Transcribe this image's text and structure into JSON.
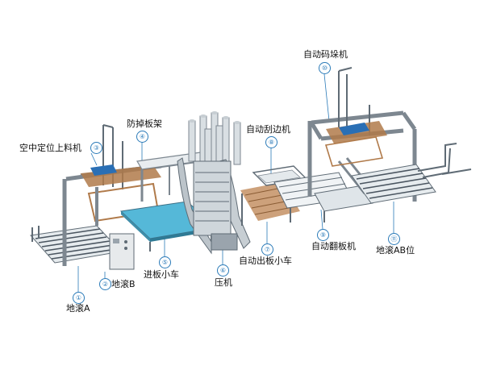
{
  "diagram": {
    "colors": {
      "frame": "#7d8790",
      "rail": "#5f6b75",
      "wood": "#b07a4a",
      "blue": "#2a6fb5",
      "glass": "#55b8d8",
      "marker": "#2a7ab8"
    },
    "labels": [
      {
        "id": "ground-roller-a",
        "num": "①",
        "text": "地滚A"
      },
      {
        "id": "ground-roller-b",
        "num": "②",
        "text": "地滚B"
      },
      {
        "id": "air-positioning-loader",
        "num": "③",
        "text": "空中定位上料机"
      },
      {
        "id": "anti-drop-plate-rack",
        "num": "④",
        "text": "防掉板架"
      },
      {
        "id": "infeed-cart",
        "num": "⑤",
        "text": "进板小车"
      },
      {
        "id": "press",
        "num": "⑥",
        "text": "压机"
      },
      {
        "id": "auto-outfeed-cart",
        "num": "⑦",
        "text": "自动出板小车"
      },
      {
        "id": "auto-edge-scraper",
        "num": "⑧",
        "text": "自动刮边机"
      },
      {
        "id": "auto-board-flipper",
        "num": "⑨",
        "text": "自动翻板机"
      },
      {
        "id": "auto-stacker",
        "num": "⑩",
        "text": "自动码垛机"
      },
      {
        "id": "ground-roller-ab",
        "num": "⑪",
        "text": "地滚AB位"
      }
    ]
  }
}
